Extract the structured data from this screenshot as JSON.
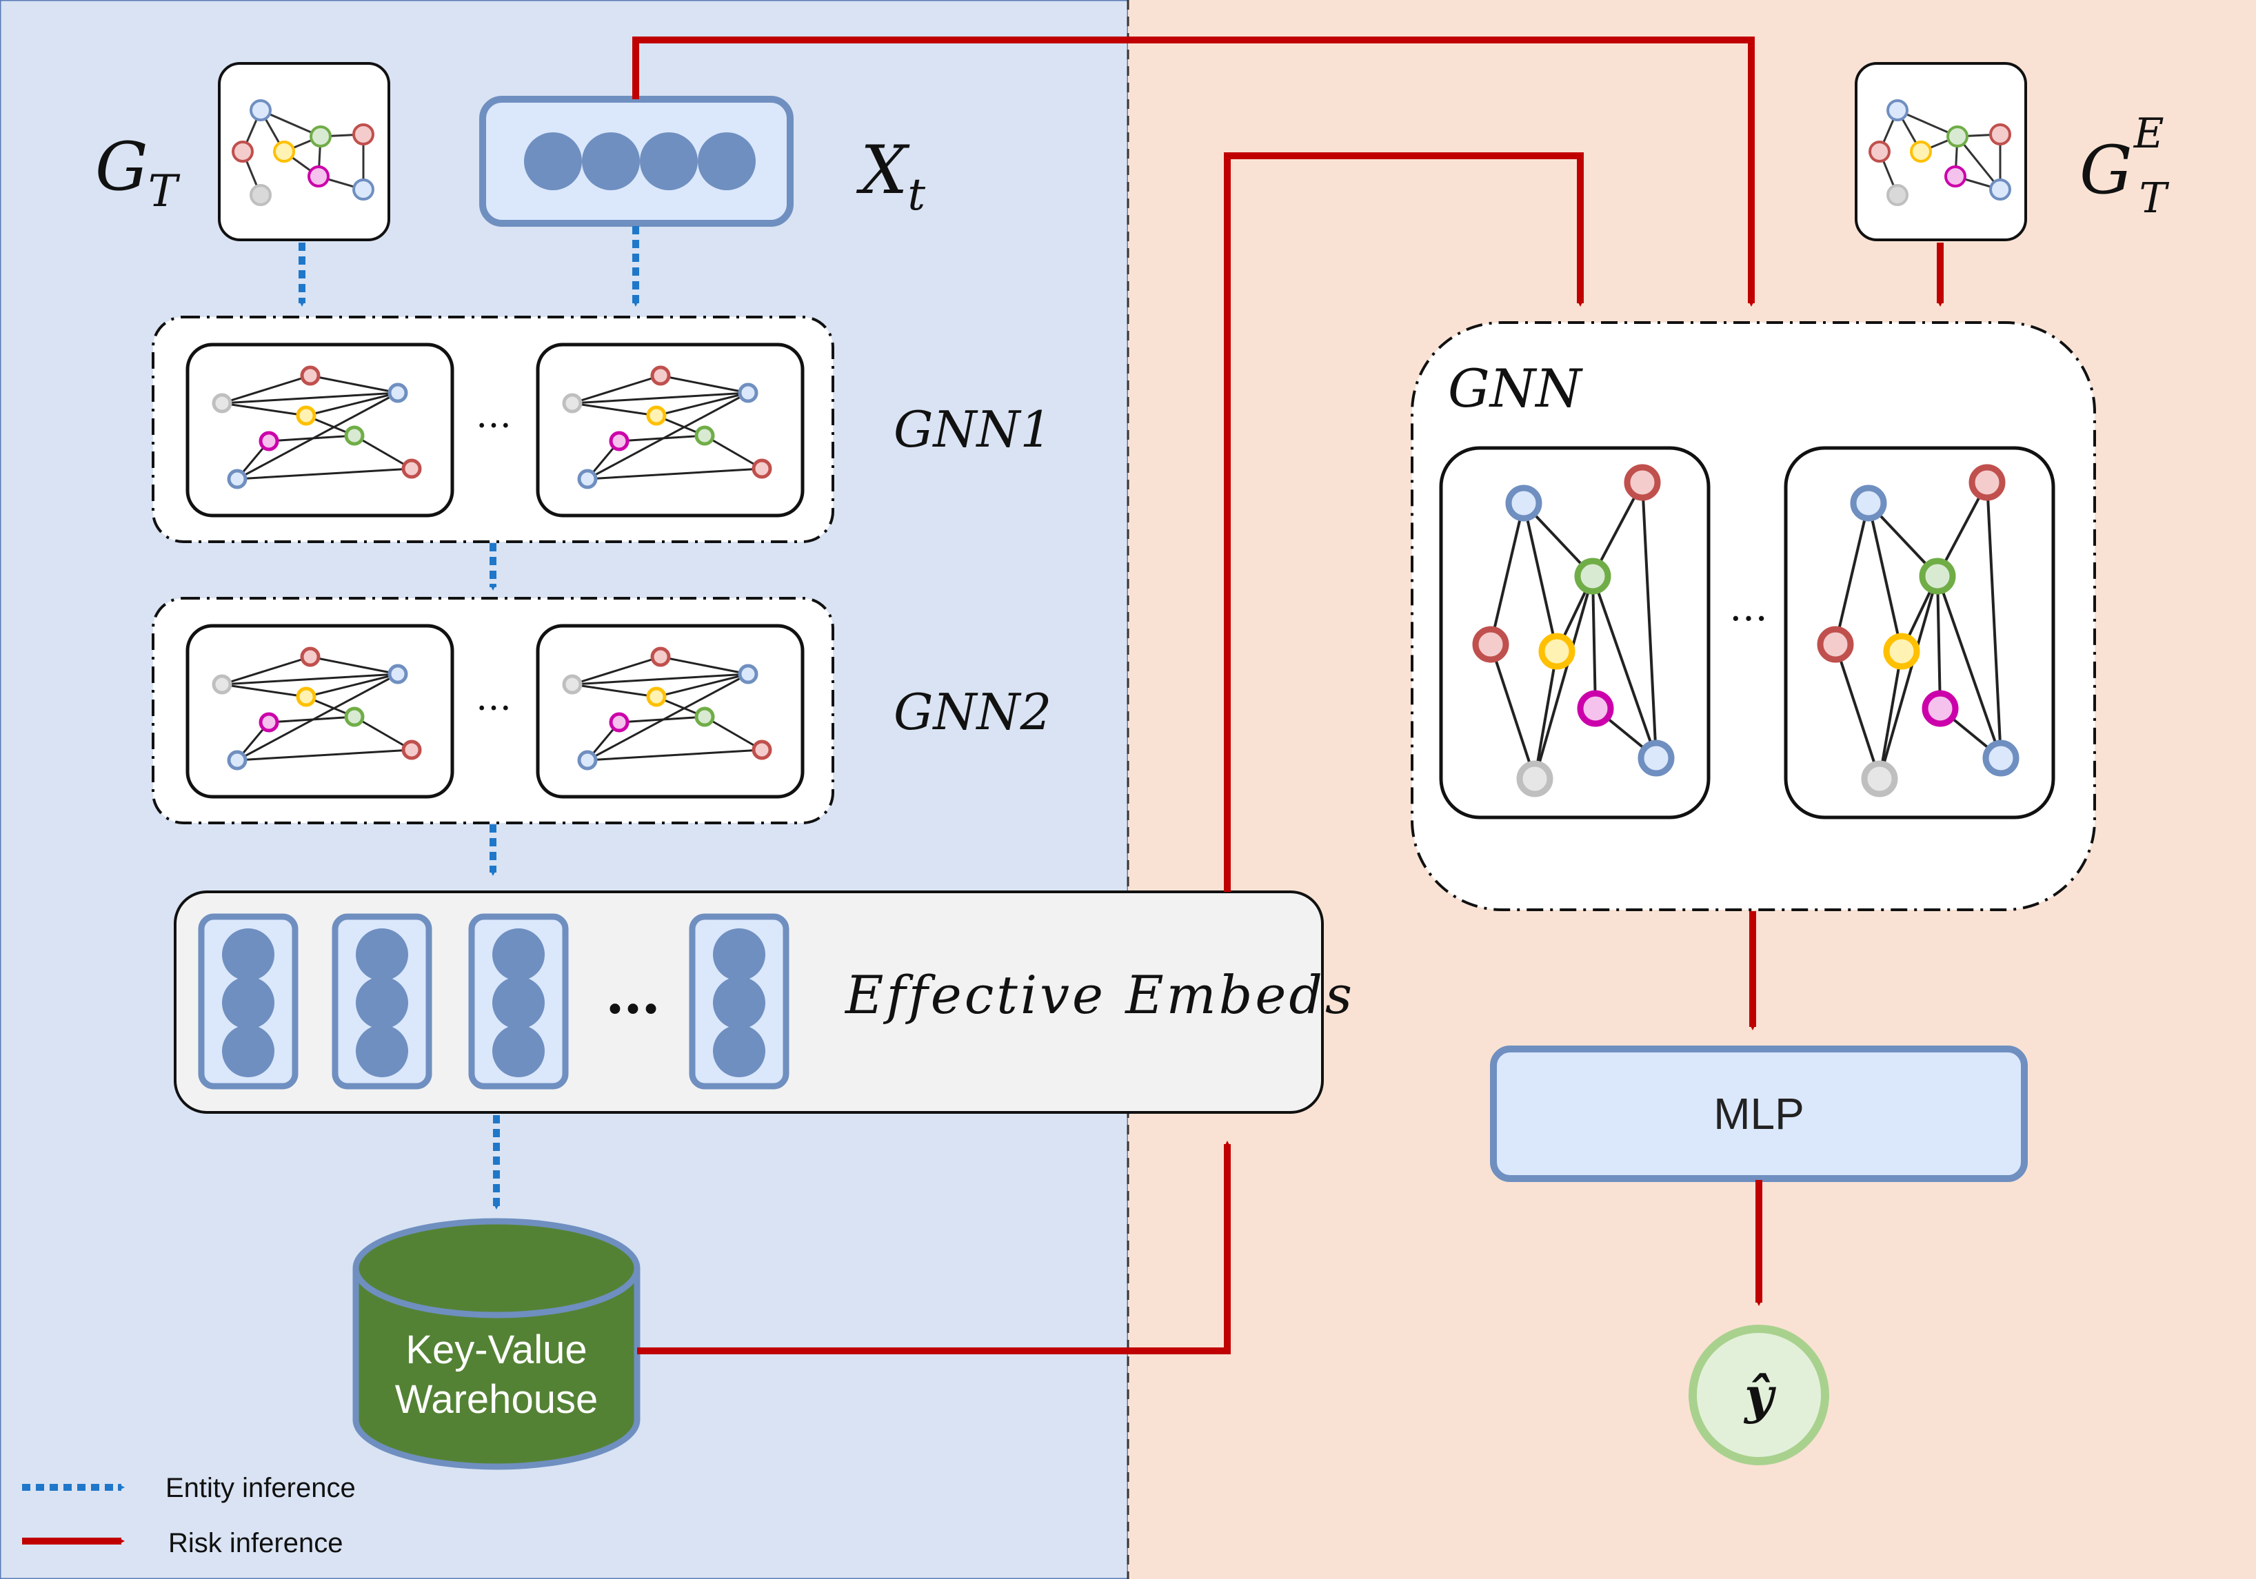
{
  "left_panel": {
    "graph_label": {
      "base": "G",
      "sub": "T"
    },
    "feature_label": {
      "base": "X",
      "sub": "t"
    },
    "gnn1_label": "GNN1",
    "gnn2_label": "GNN2",
    "embeds_label": "Effective Embeds",
    "ellipsis": "…",
    "embeds_ellipsis": "…",
    "warehouse_line1": "Key-Value",
    "warehouse_line2": "Warehouse"
  },
  "right_panel": {
    "graph_label": {
      "base": "G",
      "sub": "T",
      "sup": "E"
    },
    "gnn_label": "GNN",
    "ellipsis": "…",
    "mlp_label": "MLP",
    "output_label": "ŷ"
  },
  "legend": {
    "entity_label": "Entity inference",
    "risk_label": "Risk inference"
  },
  "colors": {
    "left_bg": "#d9e3f3",
    "right_bg": "#f9e2d4",
    "entity_arrow": "#1f77c9",
    "risk_arrow": "#c00000",
    "embed_node": "#6f8fc0",
    "embed_box": "#dbe7fb",
    "embed_border": "#6f8fc0",
    "warehouse": "#548235",
    "mlp_fill": "#dbe7fb",
    "output_fill": "#e2f0d9",
    "output_border": "#a9d18e",
    "node_red": "#c0504d",
    "node_blue": "#6f8fc0",
    "node_green": "#70ad47",
    "node_yellow": "#ffc000",
    "node_magenta": "#cc00aa",
    "node_gray": "#bfbfbf"
  }
}
